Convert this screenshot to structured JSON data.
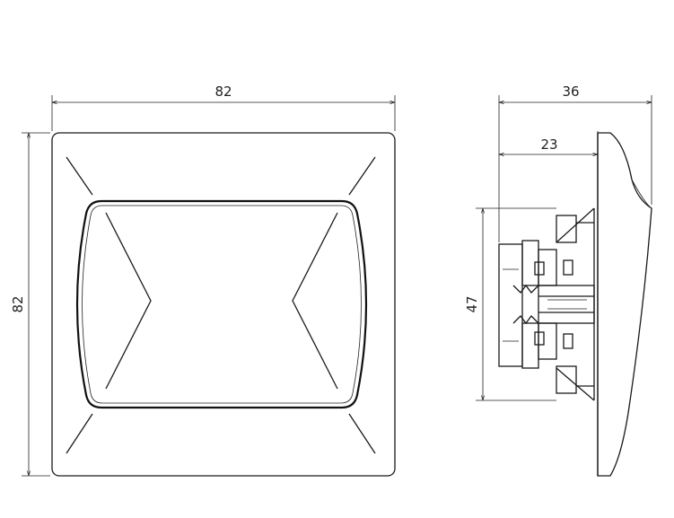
{
  "front_view": {
    "width_label": "82",
    "height_label": "82"
  },
  "side_view": {
    "depth_total_label": "36",
    "depth_body_label": "23",
    "body_height_label": "47"
  }
}
